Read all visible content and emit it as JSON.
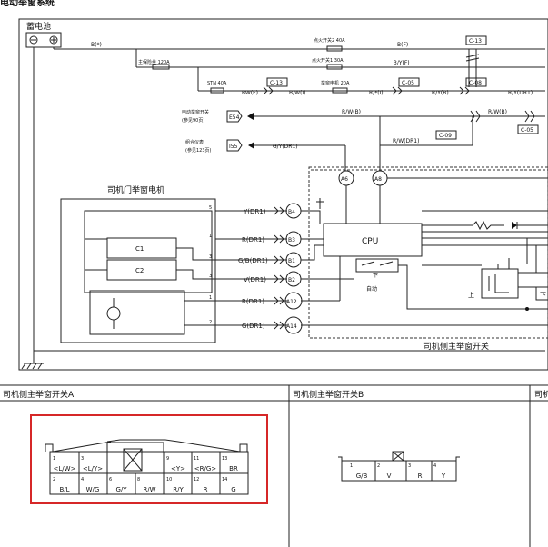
{
  "page": {
    "title": "电动举窗系统"
  },
  "battery": {
    "label": "蓄电池"
  },
  "power": {
    "b_wire": "B(*)",
    "key1": "点火开关2 40A",
    "key1_wire": "B(F)",
    "key2": "点火开关1 30A",
    "key2_wire": "3/Y(F)",
    "main_fuse": "主保险丝 120A",
    "stn": "STN 40A",
    "stn_w1": "BW(F)",
    "stn_w2": "B/W(I)",
    "win_fuse": "举窗电机 20A",
    "win_w1": "R/*(I)",
    "win_w2": "R/Y(B)",
    "win_w3": "R/Y(DR1)"
  },
  "refs": {
    "c13_top": "C-13",
    "c13_mid": "C-13",
    "c05": "C-05",
    "c08": "C-08",
    "c09": "C-09",
    "c05b": "C-05"
  },
  "aux": {
    "e54_label": "电动举窗开关",
    "e54_sub": "(参见90页)",
    "e54_tag": "E54",
    "e54_wire": "R/W(B)",
    "e54_wire2": "R/W(B)",
    "i55_label": "组合仪表",
    "i55_sub": "(参见123页)",
    "i55_tag": "I55",
    "i55_wire": "G/Y(DR1)",
    "i55_wire2": "R/W(DR1)"
  },
  "module": {
    "title": "司机门举窗电机",
    "c1": "C1",
    "c2": "C2",
    "pins": [
      "5",
      "1",
      "3",
      "3",
      "1",
      "2"
    ]
  },
  "wires": [
    "Y(DR1)",
    "R(DR1)",
    "G/B(DR1)",
    "V(DR1)",
    "R(DR1)",
    "G(DR1)"
  ],
  "connectors": [
    "B4",
    "B3",
    "B1",
    "B2",
    "A12",
    "A14"
  ],
  "top_connectors": [
    "A6",
    "A8"
  ],
  "cpu": {
    "label": "CPU"
  },
  "switch_labels": {
    "down": "下",
    "auto": "自动",
    "up": "上",
    "down2": "下"
  },
  "switch_caption": "司机侧主举窗开关",
  "panels": {
    "a": "司机侧主举窗开关A",
    "b": "司机侧主举窗开关B",
    "c": "司机"
  },
  "pinout_a": [
    {
      "n": "1",
      "s": "<L/W>"
    },
    {
      "n": "3",
      "s": "<L/Y>"
    },
    {
      "n": "9",
      "s": "<Y>"
    },
    {
      "n": "11",
      "s": "<R/G>"
    },
    {
      "n": "13",
      "s": "BR"
    },
    {
      "n": "2",
      "s": "B/L"
    },
    {
      "n": "4",
      "s": "W/G"
    },
    {
      "n": "6",
      "s": "G/Y"
    },
    {
      "n": "8",
      "s": "R/W"
    },
    {
      "n": "10",
      "s": "R/Y"
    },
    {
      "n": "12",
      "s": "R"
    },
    {
      "n": "14",
      "s": "G"
    }
  ],
  "pinout_b": [
    {
      "n": "1",
      "s": "G/B"
    },
    {
      "n": "2",
      "s": "V"
    },
    {
      "n": "3",
      "s": "R"
    },
    {
      "n": "4",
      "s": "Y"
    }
  ],
  "highlight_color": "#d62728"
}
